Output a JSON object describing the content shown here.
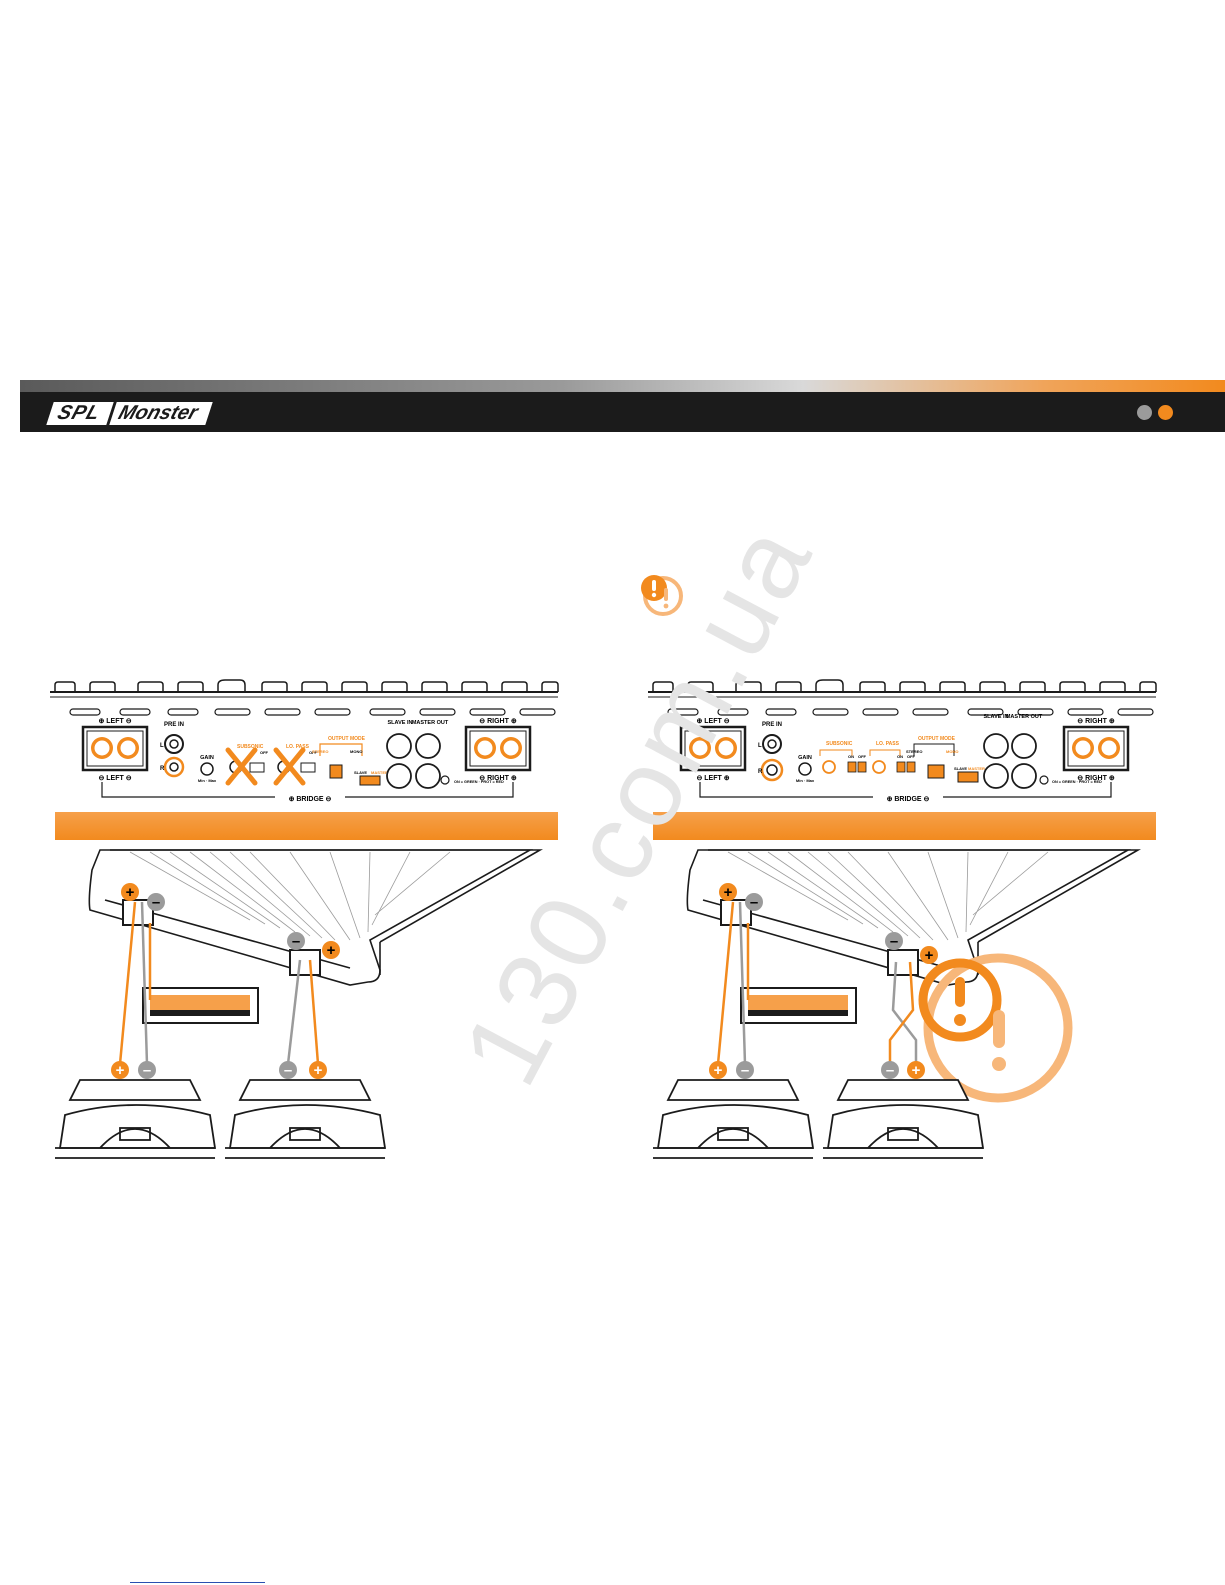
{
  "header": {
    "brand_part1": "SPL",
    "brand_part2": "Monster"
  },
  "watermark": "130.com.ua",
  "left_diagram": {
    "terminal_left_top": "⊕ LEFT ⊖",
    "terminal_left_bottom": "⊖ LEFT ⊖",
    "terminal_right_top": "⊖ RIGHT ⊕",
    "terminal_right_bottom": "⊖ RIGHT ⊕",
    "pre_in": "PRE IN",
    "ch_l": "L",
    "ch_r": "R",
    "gain": "GAIN",
    "gain_range": "Min · Max",
    "subsonic": "SUBSONIC",
    "lo_pass": "LO. PASS",
    "output_mode": "OUTPUT MODE",
    "stereo": "STEREO",
    "mono": "MONO",
    "slave": "SLAVE",
    "master": "MASTER",
    "slave_in": "SLAVE IN",
    "master_out": "MASTER OUT",
    "on": "ON",
    "off": "OFF",
    "status": "ON = GREEN · PROT = RED",
    "bridge": "⊕ BRIDGE ⊖"
  },
  "right_diagram": {
    "terminal_left_top": "⊕ LEFT ⊖",
    "terminal_left_bottom": "⊖ LEFT ⊕",
    "terminal_right_top": "⊖ RIGHT ⊕",
    "terminal_right_bottom": "⊖ RIGHT ⊕",
    "pre_in": "PRE IN",
    "ch_l": "L",
    "ch_r": "R",
    "gain": "GAIN",
    "gain_range": "Min · Max",
    "subsonic": "SUBSONIC",
    "lo_pass": "LO. PASS",
    "output_mode": "OUTPUT MODE",
    "stereo": "STEREO",
    "mono": "MONO",
    "slave": "SLAVE",
    "master": "MASTER",
    "slave_in": "SLAVE IN",
    "master_out": "MASTER OUT",
    "on": "ON",
    "off": "OFF",
    "status": "ON = GREEN · PROT = RED",
    "bridge": "⊕ BRIDGE ⊖"
  },
  "colors": {
    "orange": "#f28a1e",
    "light_orange": "#f7b77a",
    "dark": "#1b1b1b",
    "gray": "#9b9b9b"
  }
}
